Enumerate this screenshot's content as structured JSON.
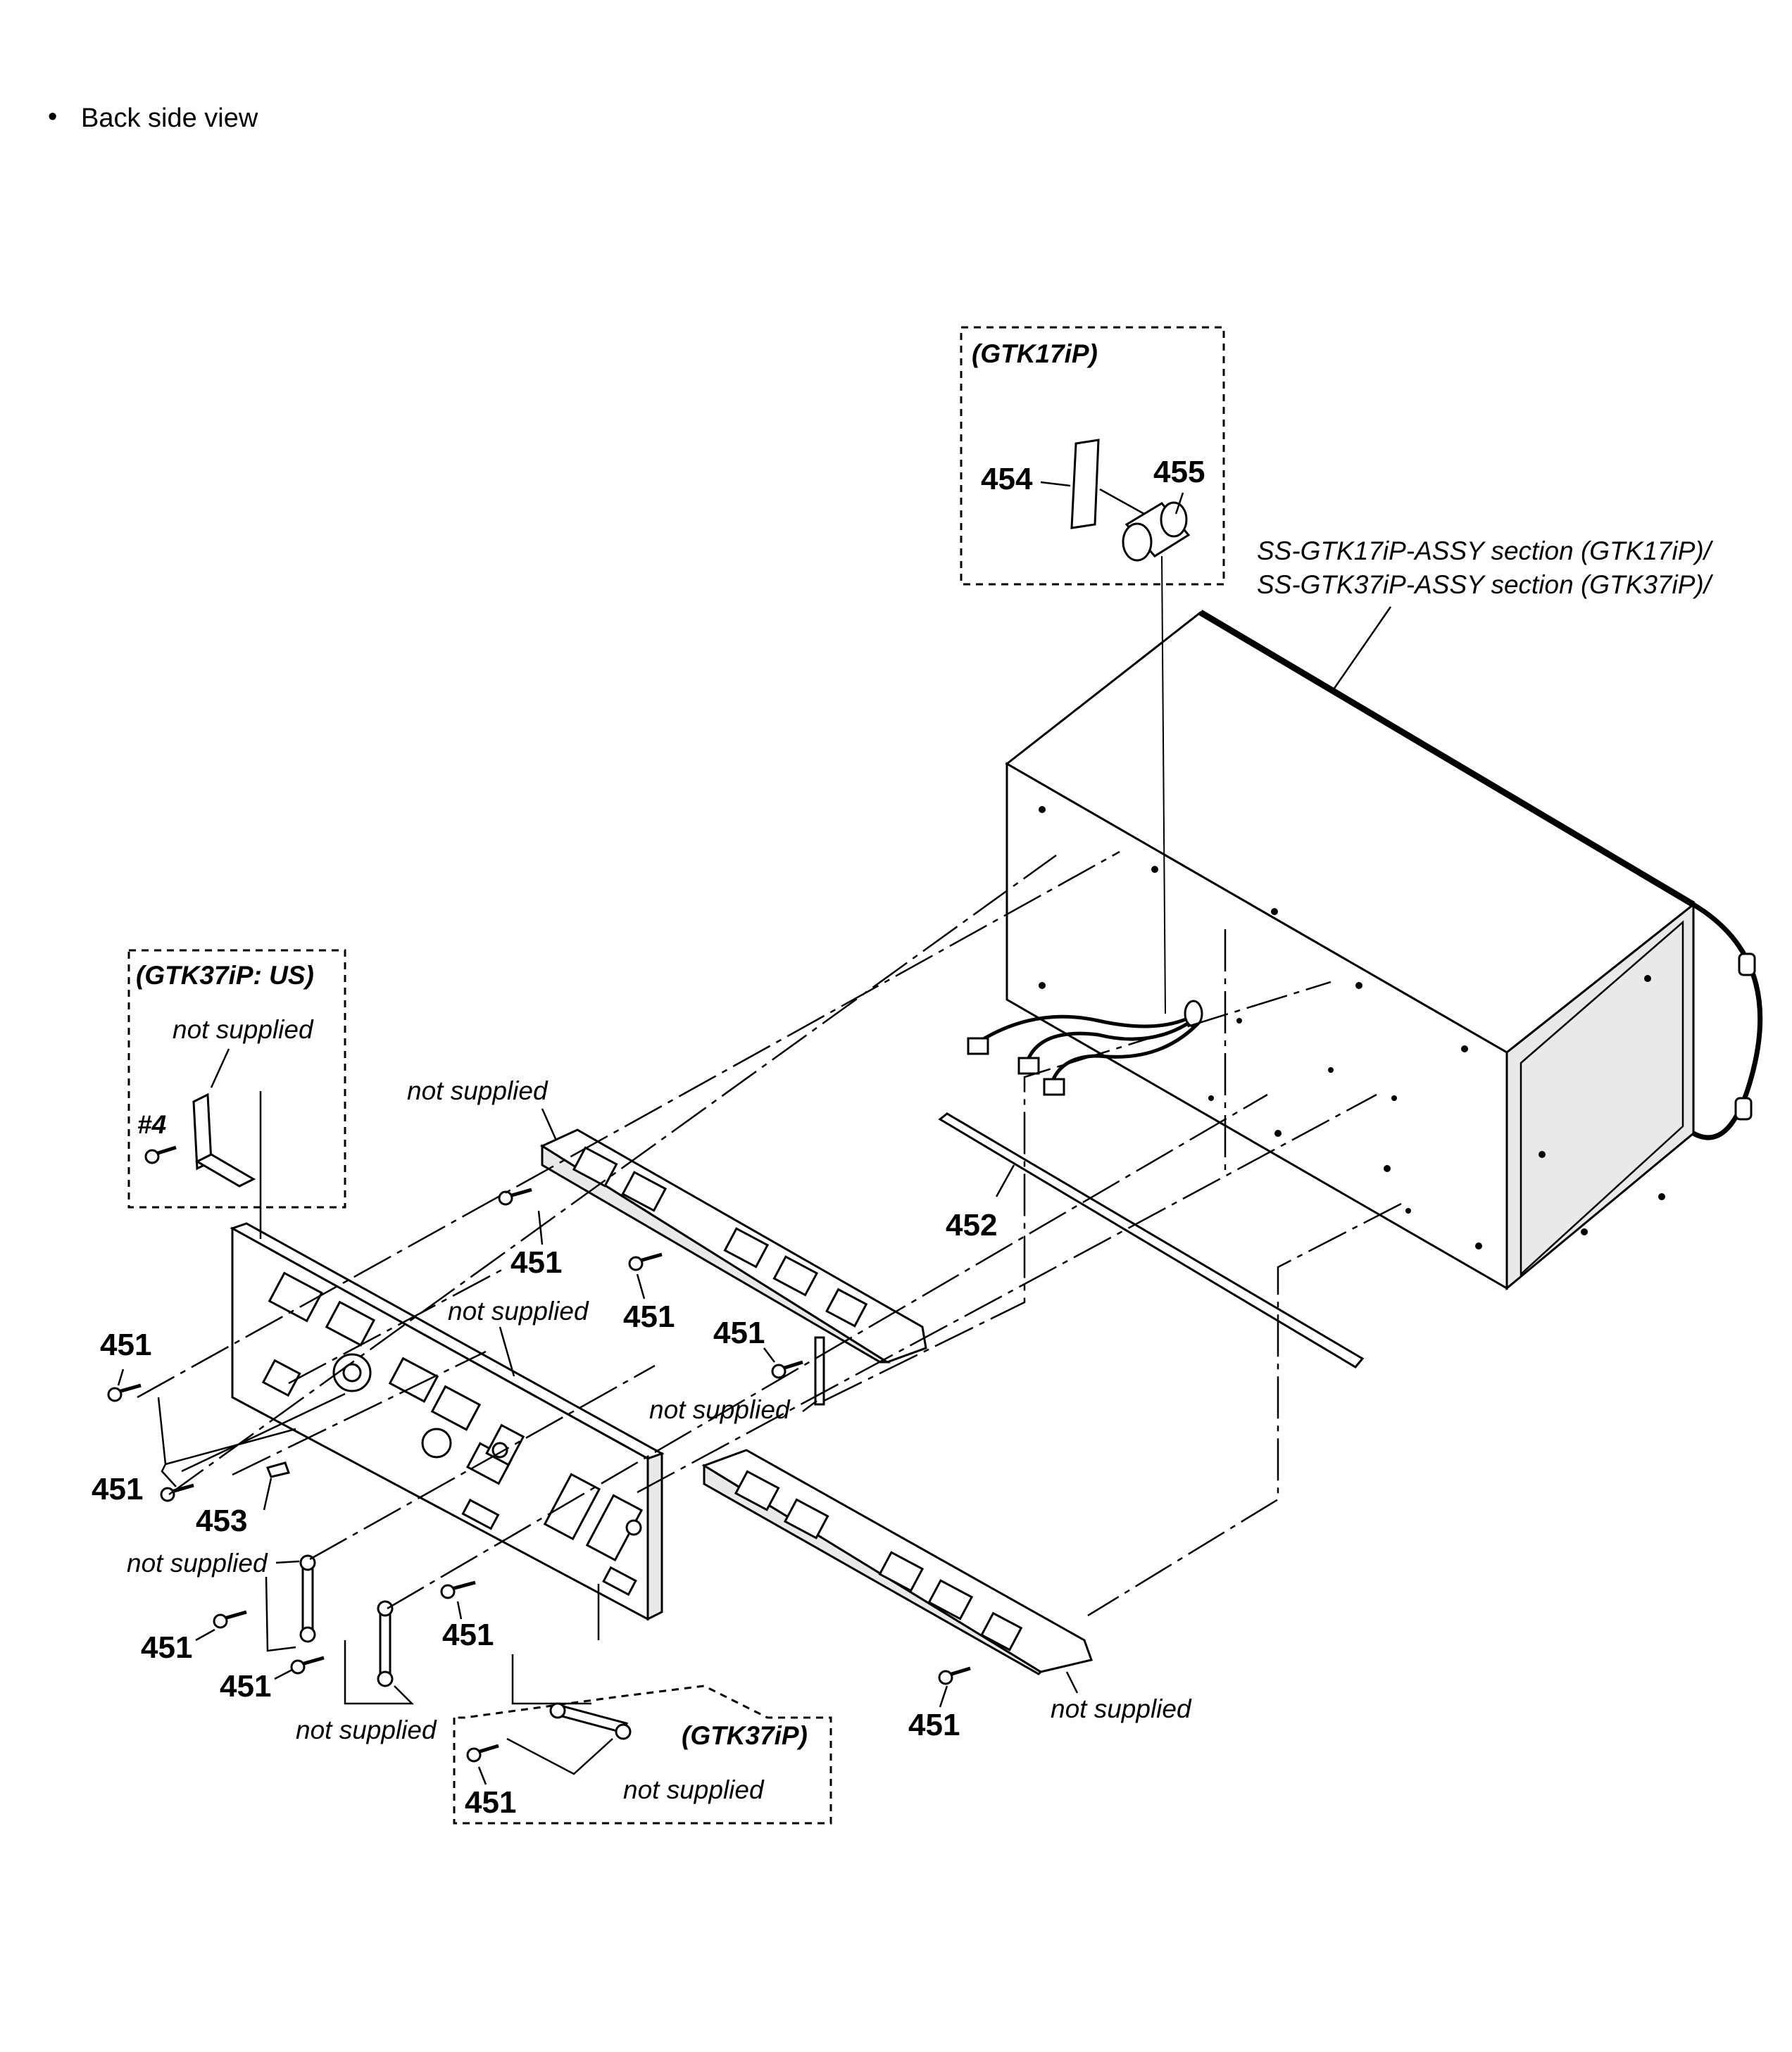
{
  "header": {
    "bullet": "•",
    "title": "Back side view"
  },
  "boxes": {
    "gtk17ip": "(GTK17iP)",
    "gtk37ip_us": "(GTK37iP: US)",
    "gtk37ip": "(GTK37iP)"
  },
  "section_labels": {
    "line1": "SS-GTK17iP-ASSY section (GTK17iP)/",
    "line2": "SS-GTK37iP-ASSY section (GTK37iP)/"
  },
  "screw_ref": "#4",
  "note": "not supplied",
  "part_numbers": {
    "p451": "451",
    "p452": "452",
    "p453": "453",
    "p454": "454",
    "p455": "455"
  }
}
